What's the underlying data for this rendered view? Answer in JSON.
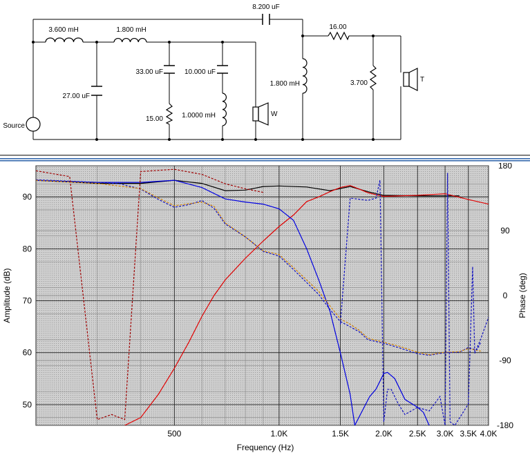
{
  "circuit": {
    "source_label": "Source",
    "components": {
      "c_top": "8.200 uF",
      "l1": "3.600 mH",
      "l2": "1.800 mH",
      "c_shunt": "27.00 uF",
      "c_n1": "33.00 uF",
      "r_n1": "15.00",
      "c_n2": "10.000 uF",
      "l_n2": "1.0000 mH",
      "woofer": "W",
      "l_tw": "1.800 mH",
      "r_series": "16.00",
      "r_shunt": "3.700",
      "tweeter": "T"
    }
  },
  "colors": {
    "bg_plot": "#c8c8c8",
    "grid": "#222222",
    "total": "#000000",
    "tweeter_amp": "#e00000",
    "woofer_amp": "#0000e0",
    "phase_woofer_dash": "#1010c0",
    "phase_red_dash": "#a00000",
    "orange_dash": "#d08000",
    "frame_blue": "#2a60a8"
  },
  "chart_data": {
    "type": "line",
    "title": "",
    "xlabel": "Frequency (Hz)",
    "ylabel": "Amplitude (dB)",
    "y2label": "Phase (deg)",
    "xscale": "log",
    "xlim": [
      200,
      4000
    ],
    "ylim": [
      46,
      96
    ],
    "y2lim": [
      -180,
      180
    ],
    "x_ticks": [
      500,
      1000,
      1500,
      2000,
      2500,
      3000,
      3500,
      4000
    ],
    "x_tick_labels": [
      "500",
      "1.0K",
      "1.5K",
      "2.0K",
      "2.5K",
      "3.0K",
      "3.5K",
      "4.0K"
    ],
    "y_ticks": [
      50,
      60,
      70,
      80,
      90
    ],
    "y_tick_labels": [
      "50",
      "60",
      "70",
      "80",
      "90"
    ],
    "y2_ticks": [
      180,
      90,
      0,
      -90,
      -180
    ],
    "y2_tick_labels": [
      "180",
      "90",
      "0",
      "-90",
      "-180"
    ],
    "grid": true,
    "series": [
      {
        "id": "total",
        "axis": "left",
        "style": "solid",
        "color_key": "total",
        "points": [
          [
            200,
            93.2
          ],
          [
            300,
            92.6
          ],
          [
            400,
            92.6
          ],
          [
            500,
            93.2
          ],
          [
            600,
            92.6
          ],
          [
            700,
            91.2
          ],
          [
            800,
            91.3
          ],
          [
            900,
            92.0
          ],
          [
            1000,
            92.1
          ],
          [
            1200,
            91.9
          ],
          [
            1400,
            91.2
          ],
          [
            1600,
            92.0
          ],
          [
            1800,
            91.0
          ],
          [
            2000,
            90.3
          ],
          [
            2500,
            90.2
          ],
          [
            3000,
            90.2
          ],
          [
            3300,
            90.2
          ]
        ]
      },
      {
        "id": "tweeter_amplitude",
        "axis": "left",
        "style": "solid",
        "color_key": "tweeter_amp",
        "points": [
          [
            360,
            46
          ],
          [
            400,
            47.5
          ],
          [
            450,
            52
          ],
          [
            500,
            57
          ],
          [
            550,
            62
          ],
          [
            600,
            67
          ],
          [
            650,
            71
          ],
          [
            700,
            74
          ],
          [
            800,
            78.2
          ],
          [
            900,
            81.5
          ],
          [
            1000,
            84.3
          ],
          [
            1100,
            86.5
          ],
          [
            1200,
            89.1
          ],
          [
            1300,
            90
          ],
          [
            1400,
            91
          ],
          [
            1500,
            91.8
          ],
          [
            1600,
            92.2
          ],
          [
            1700,
            91.5
          ],
          [
            1800,
            90.8
          ],
          [
            1900,
            90.4
          ],
          [
            2000,
            90.1
          ],
          [
            2500,
            90.3
          ],
          [
            3000,
            90.6
          ],
          [
            3500,
            89.5
          ],
          [
            4000,
            88.6
          ]
        ]
      },
      {
        "id": "woofer_amplitude",
        "axis": "left",
        "style": "solid",
        "color_key": "woofer_amp",
        "points": [
          [
            200,
            93.2
          ],
          [
            300,
            92.8
          ],
          [
            400,
            92.8
          ],
          [
            500,
            93.2
          ],
          [
            600,
            91.8
          ],
          [
            700,
            89.6
          ],
          [
            800,
            89.0
          ],
          [
            900,
            88.6
          ],
          [
            1000,
            87.7
          ],
          [
            1100,
            85.5
          ],
          [
            1200,
            80
          ],
          [
            1300,
            74
          ],
          [
            1400,
            68
          ],
          [
            1500,
            60
          ],
          [
            1600,
            52
          ],
          [
            1650,
            46
          ],
          [
            1820,
            51.5
          ],
          [
            1900,
            53
          ],
          [
            2000,
            56
          ],
          [
            2050,
            56.2
          ],
          [
            2150,
            55
          ],
          [
            2300,
            51
          ],
          [
            2500,
            49.5
          ],
          [
            2600,
            48.5
          ],
          [
            2700,
            46
          ]
        ]
      },
      {
        "id": "woofer_amplitude_dash",
        "axis": "left",
        "style": "dashed",
        "color_key": "phase_woofer_dash",
        "points": [
          [
            200,
            93.3
          ],
          [
            300,
            92.8
          ],
          [
            350,
            92.5
          ],
          [
            400,
            91.5
          ],
          [
            450,
            89.5
          ],
          [
            500,
            88.0
          ],
          [
            550,
            88.5
          ],
          [
            600,
            89.3
          ],
          [
            650,
            87.8
          ],
          [
            700,
            84.8
          ],
          [
            800,
            82.3
          ],
          [
            900,
            79.5
          ],
          [
            1000,
            78.6
          ],
          [
            1100,
            76
          ],
          [
            1200,
            73.5
          ],
          [
            1300,
            71.2
          ],
          [
            1400,
            68.3
          ],
          [
            1500,
            66
          ],
          [
            1600,
            65
          ],
          [
            1700,
            64
          ],
          [
            1800,
            62.5
          ],
          [
            2000,
            61.8
          ],
          [
            2200,
            61
          ],
          [
            2500,
            59.8
          ],
          [
            2700,
            59.5
          ],
          [
            3000,
            60
          ],
          [
            3300,
            60.1
          ],
          [
            3500,
            61
          ],
          [
            3700,
            60.5
          ],
          [
            3800,
            62
          ]
        ]
      },
      {
        "id": "orange_dash",
        "axis": "left",
        "style": "dashed",
        "color_key": "orange_dash",
        "points": [
          [
            200,
            93.2
          ],
          [
            300,
            92.6
          ],
          [
            400,
            91.6
          ],
          [
            450,
            89.8
          ],
          [
            500,
            88.3
          ],
          [
            600,
            89.0
          ],
          [
            650,
            88.2
          ],
          [
            700,
            85.0
          ],
          [
            800,
            82.3
          ],
          [
            900,
            79.6
          ],
          [
            1000,
            78.9
          ],
          [
            1100,
            76.4
          ],
          [
            1200,
            74
          ],
          [
            1300,
            71.8
          ],
          [
            1400,
            69
          ],
          [
            1500,
            66.5
          ],
          [
            1600,
            65.5
          ],
          [
            1700,
            64.3
          ],
          [
            1800,
            62.8
          ],
          [
            2000,
            62
          ],
          [
            2200,
            61.3
          ],
          [
            2500,
            60.1
          ],
          [
            2700,
            59.6
          ],
          [
            3000,
            60.1
          ],
          [
            3300,
            60.2
          ],
          [
            3500,
            60.8
          ],
          [
            3800,
            60.3
          ]
        ]
      },
      {
        "id": "phase_red_dash",
        "axis": "right",
        "style": "dashed",
        "color_key": "phase_red_dash",
        "points": [
          [
            200,
            173
          ],
          [
            250,
            165
          ],
          [
            300,
            -172
          ],
          [
            330,
            -165
          ],
          [
            360,
            -172
          ],
          [
            400,
            172
          ],
          [
            500,
            175
          ],
          [
            600,
            168
          ],
          [
            700,
            155
          ],
          [
            800,
            148
          ],
          [
            900,
            143
          ]
        ]
      },
      {
        "id": "phase_blue_dash",
        "axis": "right",
        "style": "dashed",
        "color_key": "phase_woofer_dash",
        "points": [
          [
            1500,
            -40
          ],
          [
            1600,
            135
          ],
          [
            1800,
            132
          ],
          [
            1900,
            135
          ],
          [
            1950,
            160
          ],
          [
            2000,
            -175
          ],
          [
            2050,
            -130
          ],
          [
            2100,
            -130
          ],
          [
            2200,
            -150
          ],
          [
            2300,
            -165
          ],
          [
            2500,
            -155
          ],
          [
            2700,
            -160
          ],
          [
            2900,
            -140
          ],
          [
            3000,
            -180
          ],
          [
            3050,
            170
          ],
          [
            3100,
            -175
          ],
          [
            3200,
            -180
          ],
          [
            3400,
            -160
          ],
          [
            3500,
            -150
          ],
          [
            3600,
            40
          ],
          [
            3650,
            -80
          ],
          [
            3800,
            -60
          ],
          [
            4000,
            -30
          ]
        ]
      }
    ]
  }
}
